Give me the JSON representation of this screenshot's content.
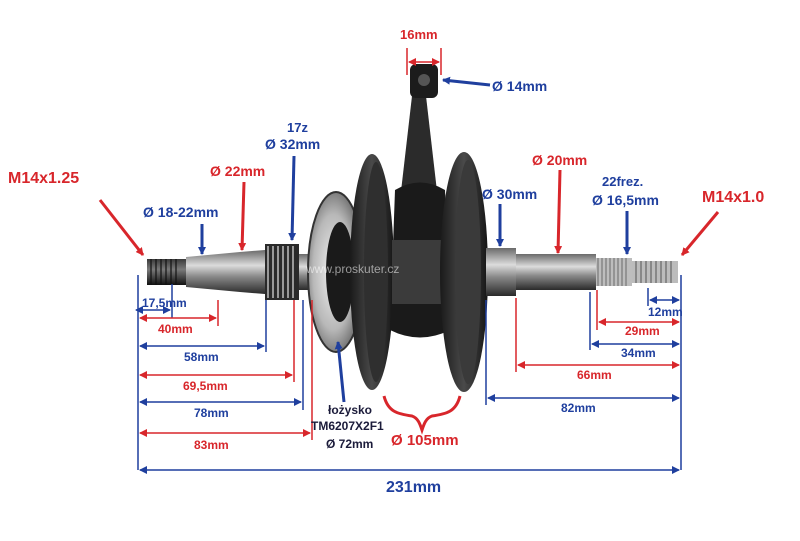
{
  "colors": {
    "red": "#d8262b",
    "blue": "#1f3f9e",
    "metal_dark": "#1c1c1c",
    "metal_light": "#c8c8c8"
  },
  "threads": {
    "left": "M14x1.25",
    "right": "M14x1.0"
  },
  "diameters": {
    "shaft_left": "Ø 18-22mm",
    "shaft_22": "Ø 22mm",
    "gear_teeth": "17z",
    "gear_dia": "Ø 32mm",
    "small_end_width": "16mm",
    "small_end_dia": "Ø 14mm",
    "shaft_30": "Ø 30mm",
    "shaft_20": "Ø 20mm",
    "spline_teeth": "22frez.",
    "spline_dia": "Ø 16,5mm",
    "flywheel": "Ø 105mm"
  },
  "bearing": {
    "line1": "łożysko",
    "line2": "TM6207X2F1",
    "line3": "Ø 72mm"
  },
  "left_dims": [
    "17,5mm",
    "40mm",
    "58mm",
    "69,5mm",
    "78mm",
    "83mm"
  ],
  "right_dims": [
    "12mm",
    "29mm",
    "34mm",
    "66mm",
    "82mm"
  ],
  "total_length": "231mm",
  "watermark": "www.proskuter.cz"
}
